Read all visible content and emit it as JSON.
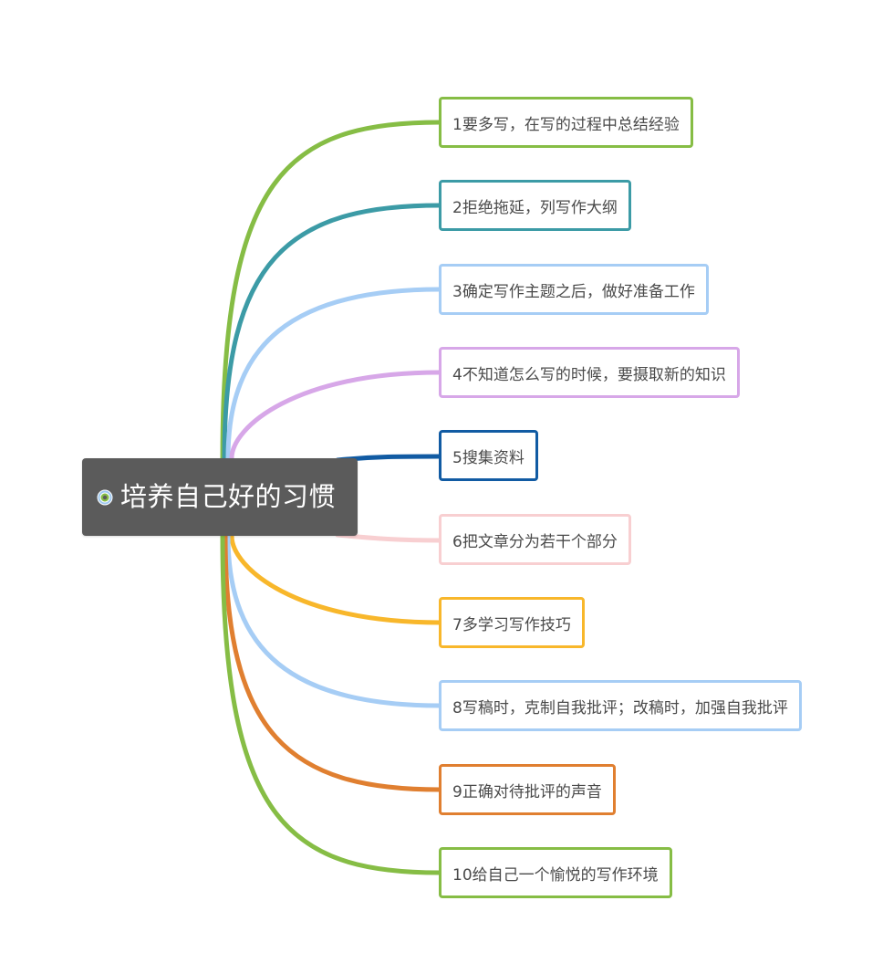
{
  "root": {
    "title": "培养自己好的习惯",
    "color": "#5b5b5b",
    "icon": "target-icon"
  },
  "branches": [
    {
      "label": "1要多写，在写的过程中总结经验",
      "color": "#86bd45"
    },
    {
      "label": "2拒绝拖延，列写作大纲",
      "color": "#3c9ba6"
    },
    {
      "label": "3确定写作主题之后，做好准备工作",
      "color": "#a6cdf5"
    },
    {
      "label": "4不知道怎么写的时候，要摄取新的知识",
      "color": "#d7a7e8"
    },
    {
      "label": "5搜集资料",
      "color": "#115ba3"
    },
    {
      "label": "6把文章分为若干个部分",
      "color": "#f8cfd1"
    },
    {
      "label": "7多学习写作技巧",
      "color": "#f8b72b"
    },
    {
      "label": "8写稿时，克制自我批评；改稿时，加强自我批评",
      "color": "#a6cdf5"
    },
    {
      "label": "9正确对待批评的声音",
      "color": "#e07f30"
    },
    {
      "label": "10给自己一个愉悦的写作环境",
      "color": "#86bd45"
    }
  ]
}
